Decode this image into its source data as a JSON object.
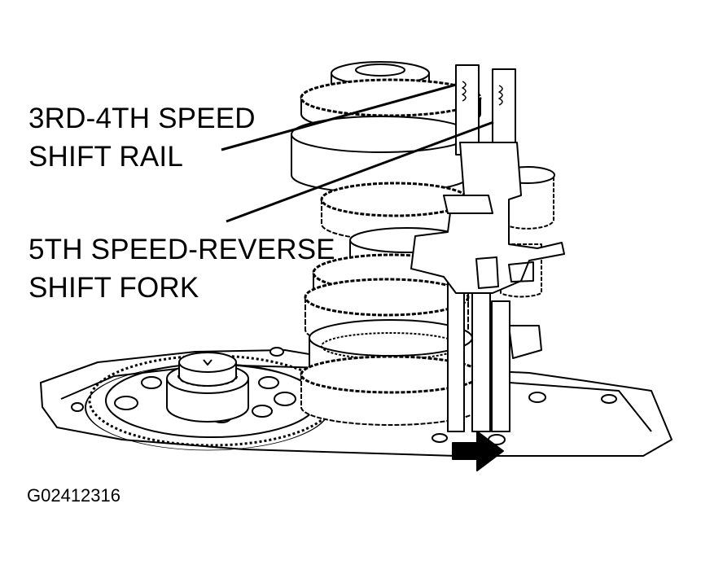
{
  "labels": {
    "rail_line1": "3RD-4TH SPEED",
    "rail_line2": "SHIFT RAIL",
    "fork_line1": "5TH SPEED-REVERSE",
    "fork_line2": "SHIFT FORK"
  },
  "figure_id": "G02412316",
  "colors": {
    "ink": "#000000",
    "paper": "#ffffff"
  }
}
